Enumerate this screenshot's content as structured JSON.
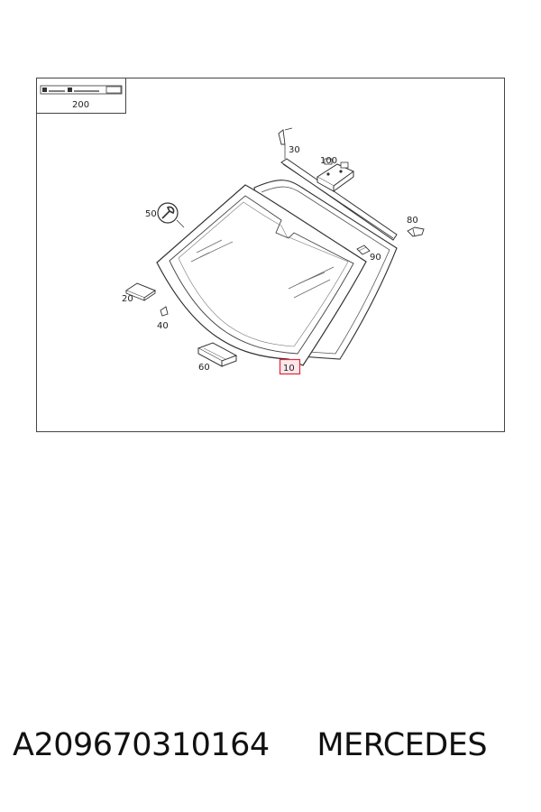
{
  "diagram": {
    "legend_ref": "200",
    "callouts": {
      "windshield": "10",
      "pad_20": "20",
      "strip_30": "30",
      "clip_40": "40",
      "tool_50": "50",
      "block_60": "60",
      "clip_80": "80",
      "sensor_90": "90",
      "bracket_100": "100"
    },
    "highlight_color": "#e0283c"
  },
  "caption": {
    "part_number": "A209670310164",
    "brand": "MERCEDES"
  }
}
